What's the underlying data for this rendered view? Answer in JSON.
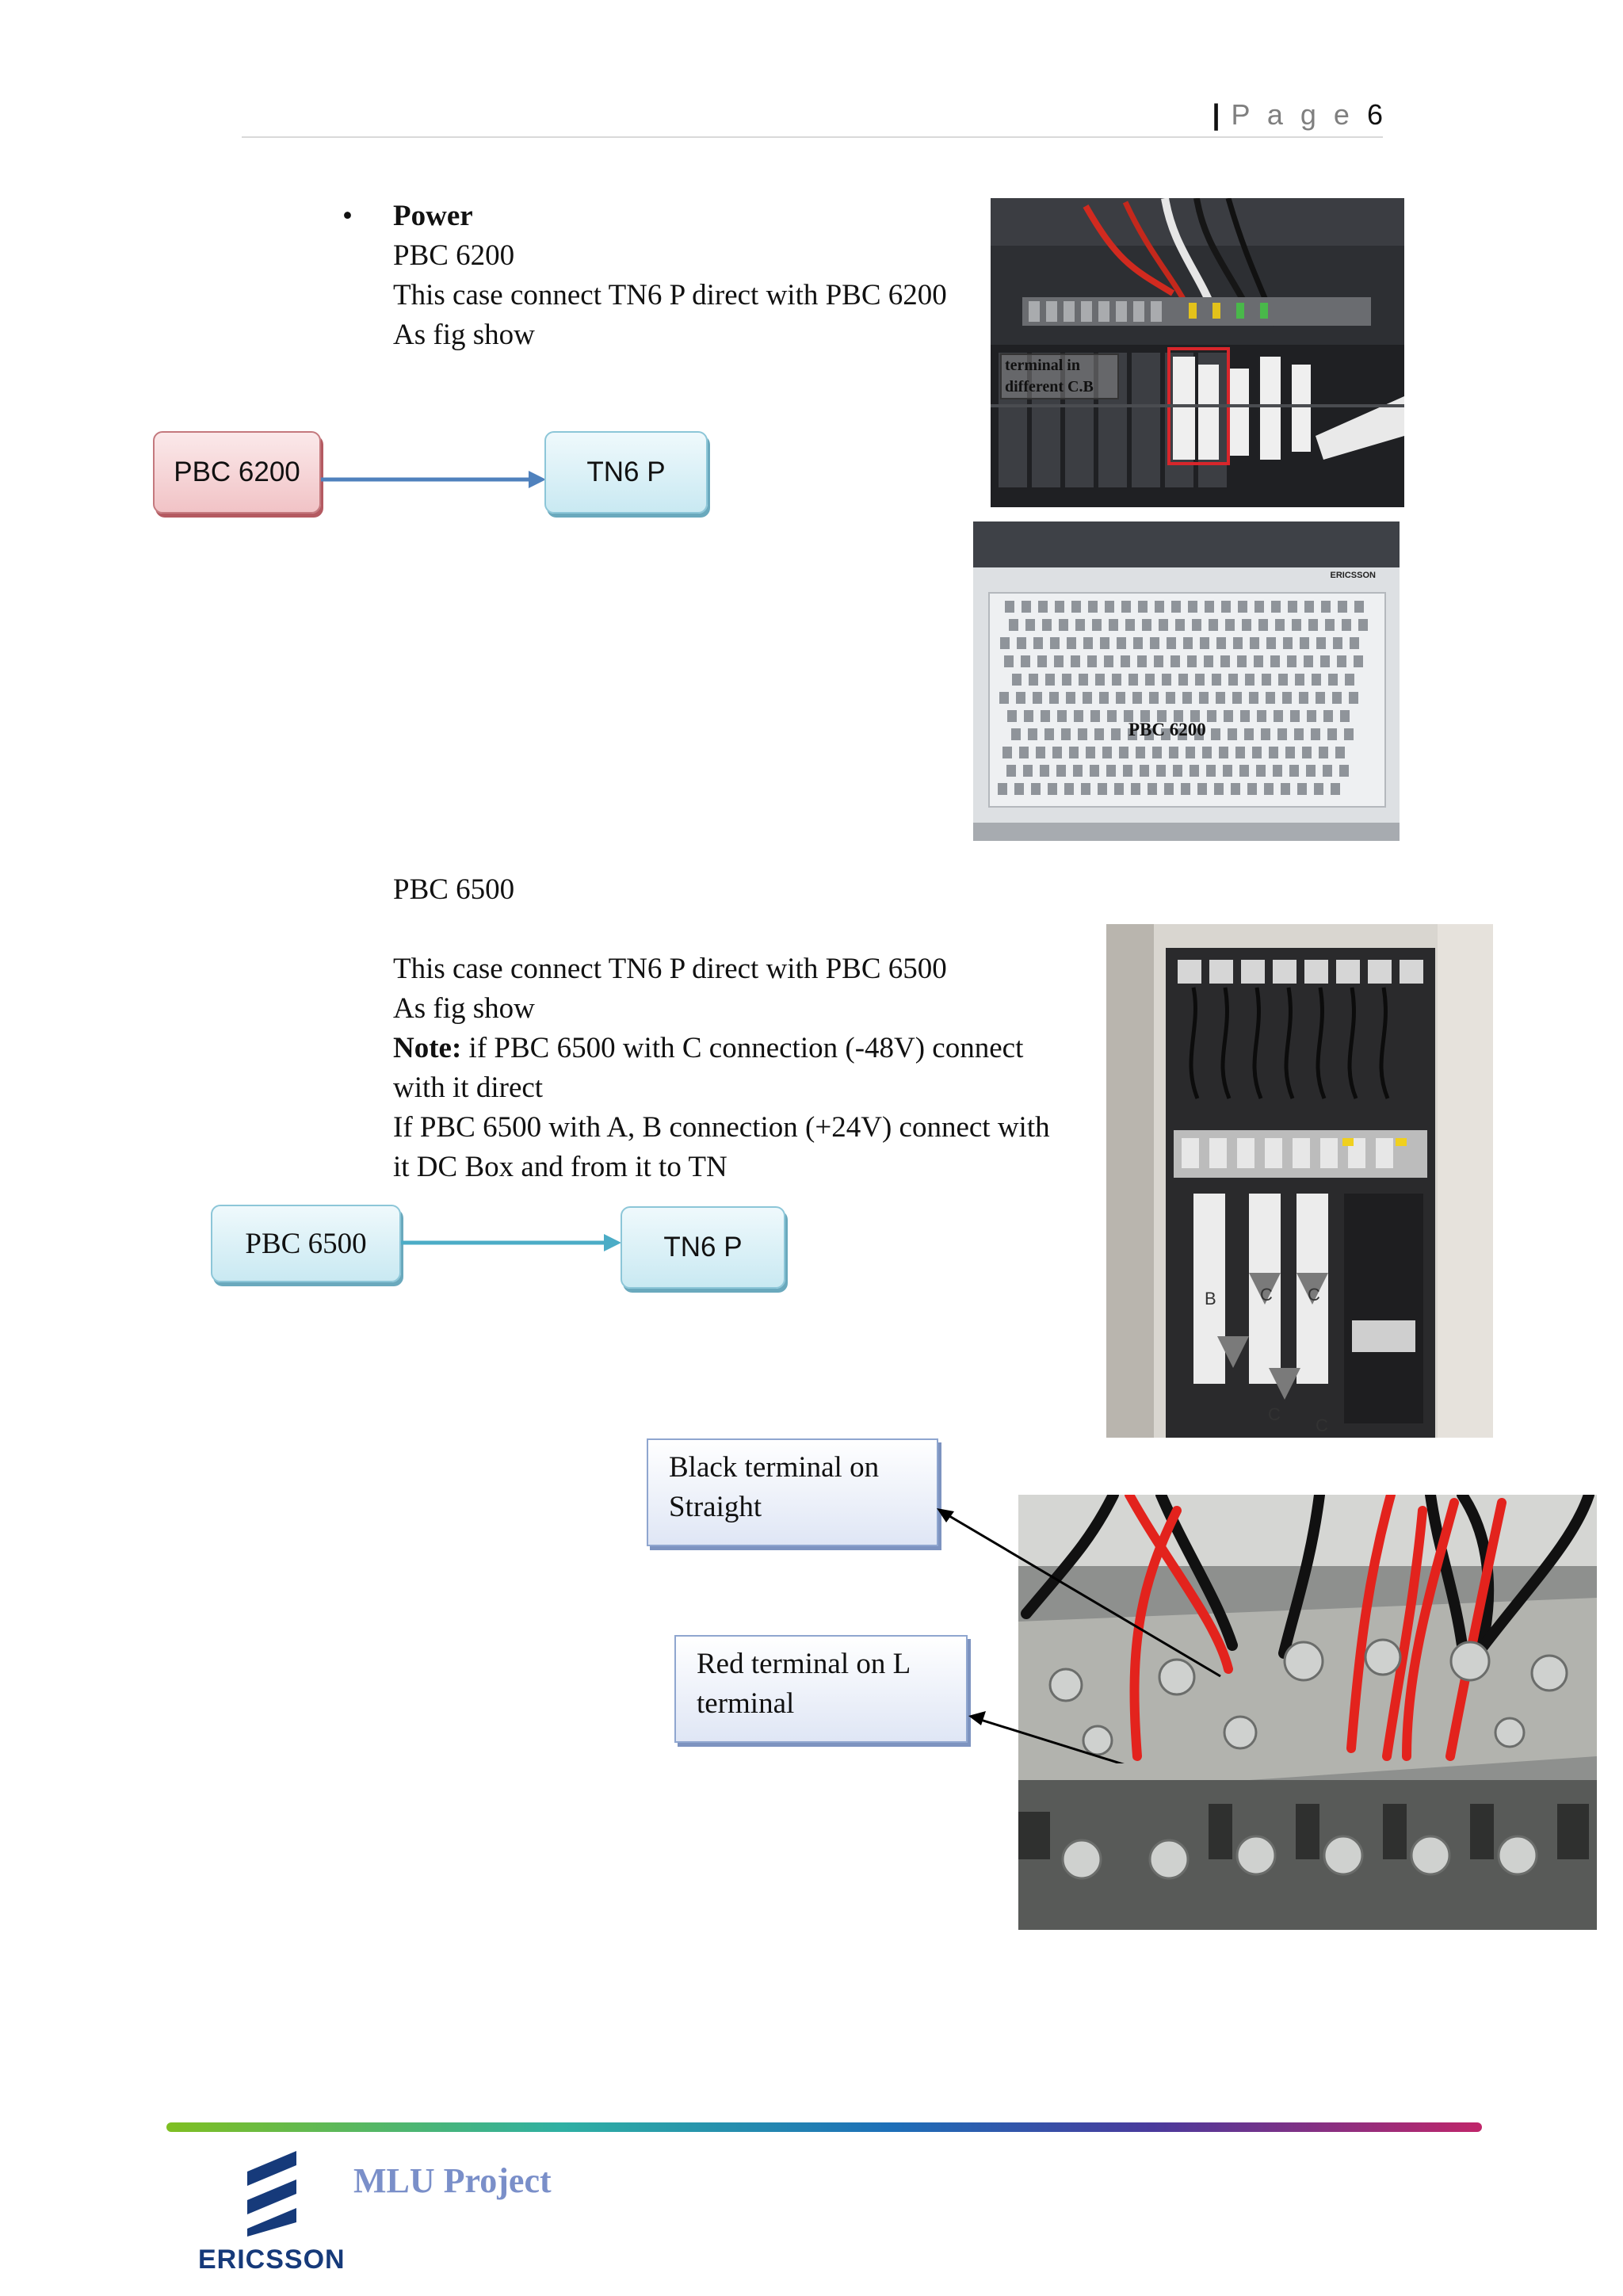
{
  "header": {
    "bar": "|",
    "page_word": "P a g e",
    "page_number": "6"
  },
  "section1": {
    "bullet": "•",
    "heading": "Power",
    "lines": [
      "PBC 6200",
      "This case connect TN6 P direct with PBC 6200",
      "As fig show"
    ]
  },
  "flow1": {
    "source": "PBC 6200",
    "target": "TN6 P"
  },
  "photo1": {
    "overlay_lines": [
      "terminal in",
      "different C.B"
    ]
  },
  "photo2": {
    "overlay": "PBC 6200",
    "brand": "ERICSSON"
  },
  "section2": {
    "title": "PBC 6500",
    "lines": [
      "This case connect TN6 P direct with PBC 6500",
      "As fig show"
    ],
    "note_label": "Note:",
    "note_line1": " if PBC 6500 with C connection (-48V) connect",
    "note_line2": "with it direct",
    "line_a": "If PBC 6500 with A, B connection (+24V) connect with",
    "line_b": "it DC Box and from it to TN"
  },
  "flow2": {
    "source": "PBC 6500",
    "target": "TN6 P"
  },
  "photo3": {
    "letters": [
      "B",
      "C",
      "C",
      "C",
      "C"
    ]
  },
  "callouts": [
    {
      "line1": "Black terminal on",
      "line2": "Straight"
    },
    {
      "line1": "Red terminal on L",
      "line2": "terminal"
    }
  ],
  "footer": {
    "project": "MLU Project",
    "company": "ERICSSON"
  },
  "colors": {
    "flow1_arrow": "#4f81bd",
    "flow2_arrow": "#4bacc6",
    "footer_text": "#7a8fc9",
    "ericsson_blue": "#163a7a"
  }
}
